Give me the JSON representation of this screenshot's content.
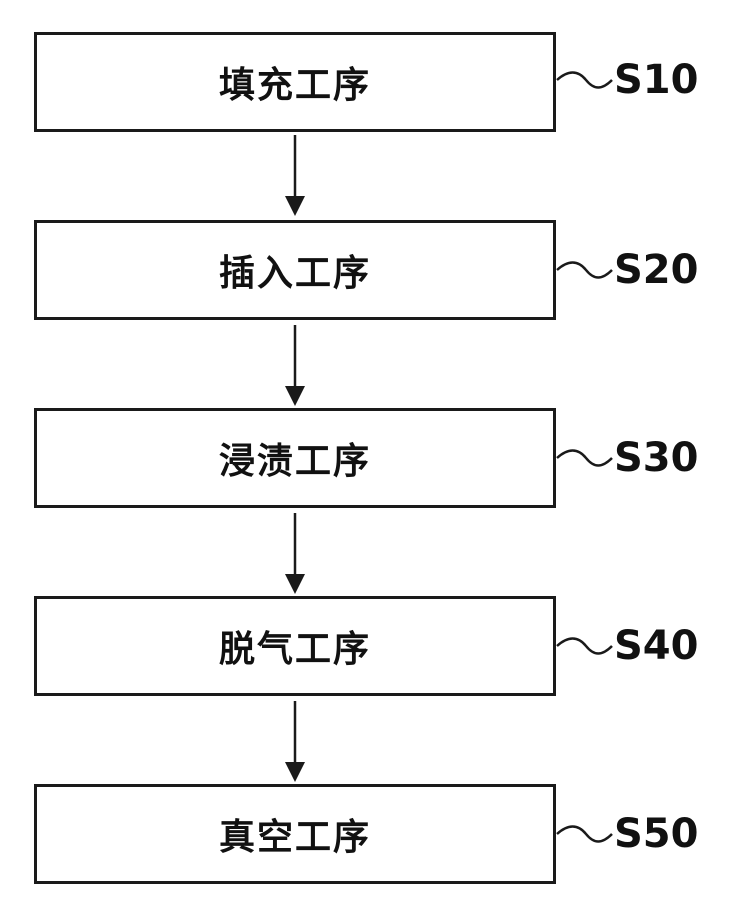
{
  "steps": [
    {
      "label": "填充工序",
      "ref": "S10"
    },
    {
      "label": "插入工序",
      "ref": "S20"
    },
    {
      "label": "浸渍工序",
      "ref": "S30"
    },
    {
      "label": "脱气工序",
      "ref": "S40"
    },
    {
      "label": "真空工序",
      "ref": "S50"
    }
  ]
}
